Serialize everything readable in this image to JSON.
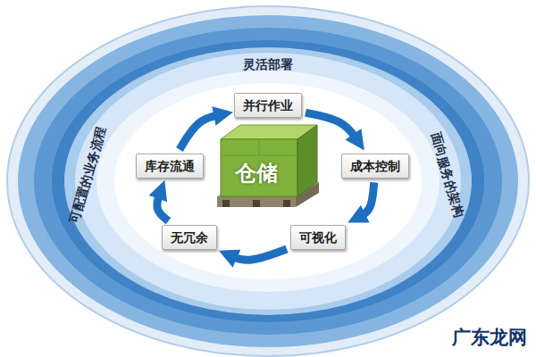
{
  "diagram": {
    "nodes": [
      {
        "text": [
          "并行作业"
        ]
      },
      {
        "text": [
          "成本控制"
        ]
      },
      {
        "text": [
          "可视化"
        ]
      },
      {
        "text": [
          "无冗余"
        ]
      },
      {
        "text": [
          "库存流通"
        ]
      },
      {
        "text": [
          "仓储"
        ]
      }
    ],
    "edges": [
      {
        "from": 0,
        "to": 1,
        "arrow": "to"
      },
      {
        "from": 1,
        "to": 2,
        "arrow": "to"
      },
      {
        "from": 2,
        "to": 3,
        "arrow": "to"
      },
      {
        "from": 3,
        "to": 4,
        "arrow": "to"
      },
      {
        "from": 4,
        "to": 0,
        "arrow": "to"
      }
    ],
    "labels": [
      "灵活部署",
      "面向服务的架构",
      "可配置的业务流程",
      "广东龙网"
    ]
  }
}
